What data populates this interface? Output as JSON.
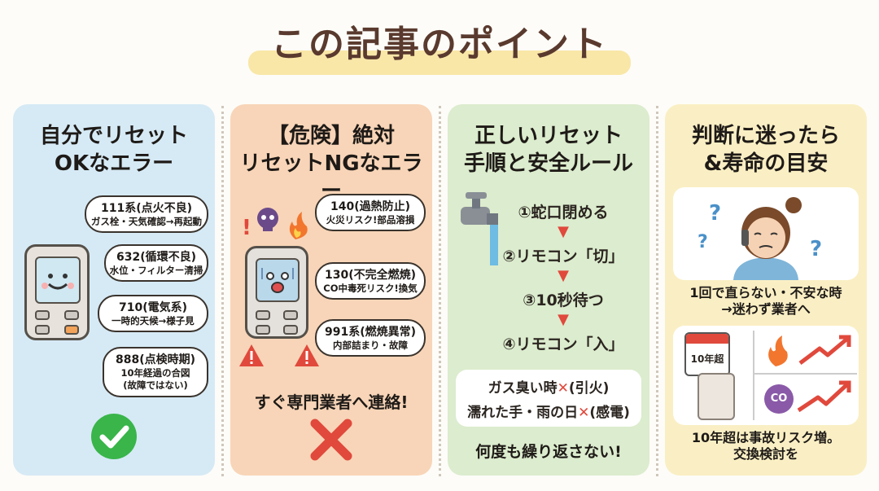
{
  "title": "この記事のポイント",
  "card1": {
    "title_line1": "自分でリセット",
    "title_line2": "OKなエラー",
    "errors": [
      {
        "code": "111系(点火不良)",
        "note": "ガス栓・天気確認→再起動"
      },
      {
        "code": "632(循環不良)",
        "note": "水位・フィルター清掃"
      },
      {
        "code": "710(電気系)",
        "note": "一時的天候→様子見"
      },
      {
        "code": "888(点検時期)",
        "note": "10年経過の合図",
        "note2": "(故障ではない)"
      }
    ]
  },
  "card2": {
    "title_line1": "【危険】絶対",
    "title_line2": "リセットNGなエラー",
    "errors": [
      {
        "code": "140(過熱防止)",
        "note": "火災リスク!部品溶損"
      },
      {
        "code": "130(不完全燃焼)",
        "note": "CO中毒死リスク!換気"
      },
      {
        "code": "991系(燃焼異常)",
        "note": "内部詰まり・故障"
      }
    ],
    "footer": "すぐ専門業者へ連絡!"
  },
  "card3": {
    "title_line1": "正しいリセット",
    "title_line2": "手順と安全ルール",
    "steps": [
      "①蛇口閉める",
      "②リモコン「切」",
      "③10秒待つ",
      "④リモコン「入」"
    ],
    "rule1_a": "ガス臭い時",
    "rule1_b": "(引火)",
    "rule2_a": "濡れた手・雨の日",
    "rule2_b": "(感電)",
    "footer": "何度も繰り返さない!"
  },
  "card4": {
    "title_line1": "判断に迷ったら",
    "title_line2": "&寿命の目安",
    "caption1_line1": "1回で直らない・不安な時",
    "caption1_line2": "→迷わず業者へ",
    "calendar_label": "10年超",
    "co_label": "CO",
    "caption2_line1": "10年超は事故リスク増。",
    "caption2_line2": "交換検討を"
  }
}
